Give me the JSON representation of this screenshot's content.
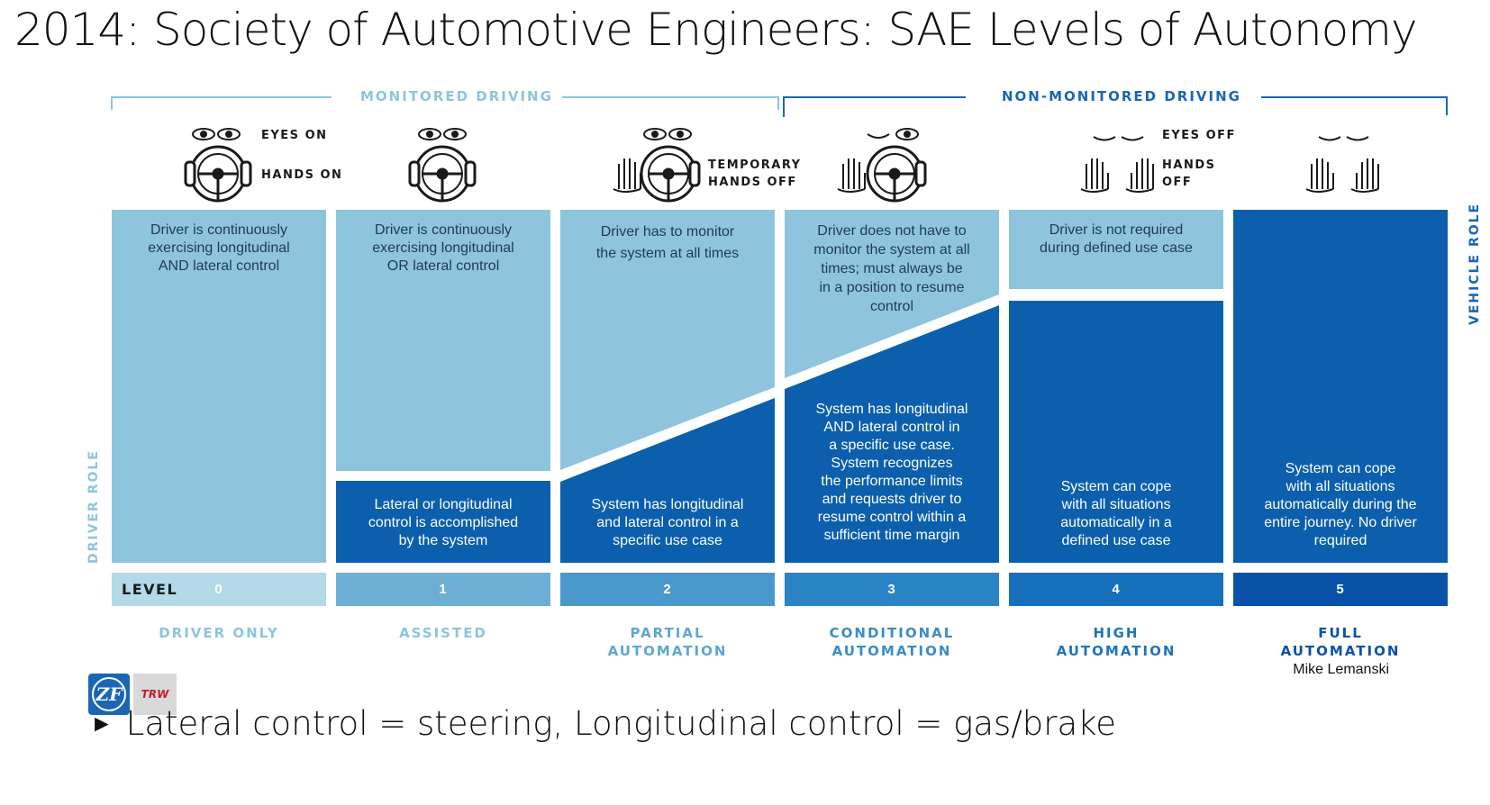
{
  "title": "2014: Society of Automotive Engineers: SAE Levels of Autonomy",
  "groups": {
    "monitored": "MONITORED DRIVING",
    "non_monitored": "NON-MONITORED DRIVING"
  },
  "axis": {
    "driver_role": "DRIVER ROLE",
    "vehicle_role": "VEHICLE ROLE",
    "level_label": "LEVEL"
  },
  "icon_labels": {
    "eyes_on": "EYES ON",
    "hands_on": "HANDS ON",
    "temporary": "TEMPORARY",
    "hands_off_1": "HANDS OFF",
    "eyes_off": "EYES OFF",
    "hands": "HANDS",
    "off": "OFF"
  },
  "levels": [
    {
      "num": "0",
      "name": [
        "DRIVER ONLY",
        ""
      ],
      "driver_text": [
        "Driver is continuously",
        "exercising longitudinal",
        "AND lateral control"
      ],
      "system_text": []
    },
    {
      "num": "1",
      "name": [
        "ASSISTED",
        ""
      ],
      "driver_text": [
        "Driver is continuously",
        "exercising longitudinal",
        "OR lateral control"
      ],
      "system_text": [
        "Lateral or longitudinal",
        "control is accomplished",
        "by the system"
      ]
    },
    {
      "num": "2",
      "name": [
        "PARTIAL",
        "AUTOMATION"
      ],
      "driver_text": [
        "Driver has to monitor",
        "the system at all times"
      ],
      "system_text": [
        "System has longitudinal",
        "and lateral control in a",
        "specific use case"
      ]
    },
    {
      "num": "3",
      "name": [
        "CONDITIONAL",
        "AUTOMATION"
      ],
      "driver_text": [
        "Driver does not have to",
        "monitor the system at all",
        "times; must always be",
        "in a position to resume",
        "control"
      ],
      "system_text": [
        "System has longitudinal",
        "AND lateral control in",
        "a specific use case.",
        "System recognizes",
        "the performance limits",
        "and requests driver to",
        "resume control within a",
        "sufficient time margin"
      ]
    },
    {
      "num": "4",
      "name": [
        "HIGH",
        "AUTOMATION"
      ],
      "driver_text": [
        "Driver is not required",
        "during defined use case"
      ],
      "system_text": [
        "System can cope",
        "with all situations",
        "automatically in a",
        "defined use case"
      ]
    },
    {
      "num": "5",
      "name": [
        "FULL",
        "AUTOMATION"
      ],
      "driver_text": [],
      "system_text": [
        "System can cope",
        "with all situations",
        "automatically during the",
        "entire journey. No driver",
        "required"
      ]
    }
  ],
  "logos": {
    "zf": "ZF",
    "trw": "TRW"
  },
  "author": "Mike Lemanski",
  "bullet": "Lateral control = steering, Longitudinal control = gas/brake",
  "colors": {
    "light": "#8ec5dc",
    "dark": "#0b5fad",
    "deep": "#0a52a8",
    "caption_light": "#8ec5dc",
    "caption_dark": "#1a66b5"
  }
}
